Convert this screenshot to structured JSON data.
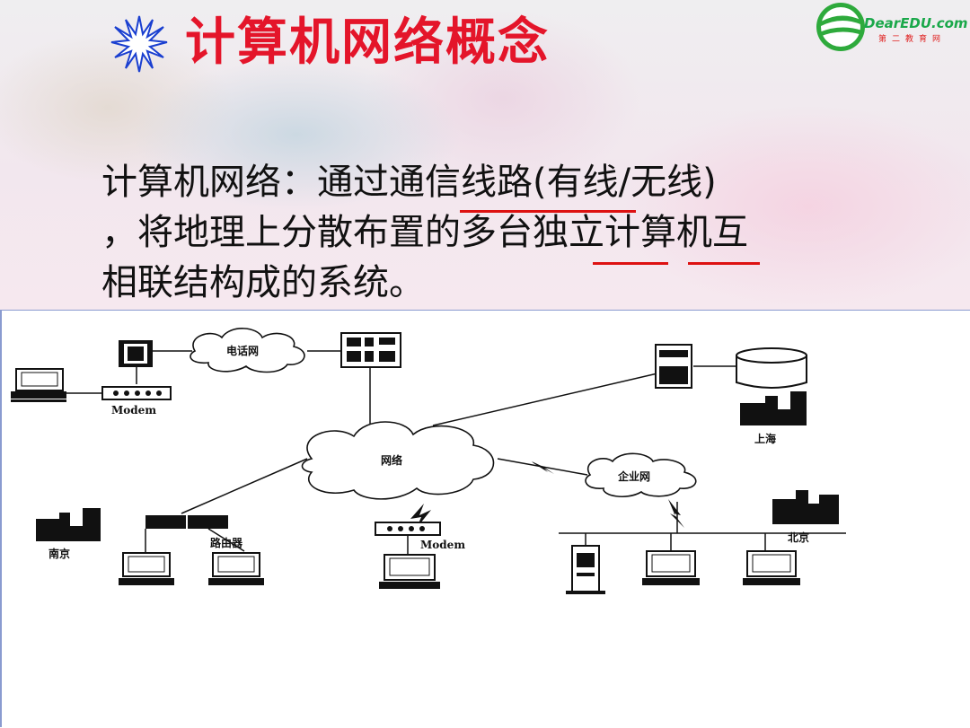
{
  "header": {
    "title": "计算机网络概念",
    "logo_text": "DearEDU.com",
    "logo_sub": "第二教育网"
  },
  "definition": {
    "line1": "计算机网络：通过通信线路(有线/无线)",
    "line2": "，将地理上分散布置的多台独立计算机互",
    "line3": "相联结构成的系统。"
  },
  "diagram": {
    "labels": {
      "phone_net": "电话网",
      "modem_top": "Modem",
      "shanghai": "上海",
      "network": "网络",
      "enterprise_net": "企业网",
      "nanjing": "南京",
      "router": "路由器",
      "modem_mid": "Modem",
      "beijing": "北京"
    }
  },
  "colors": {
    "title": "#e4152a",
    "underline": "#d11111",
    "frame": "#8a9bd0"
  }
}
